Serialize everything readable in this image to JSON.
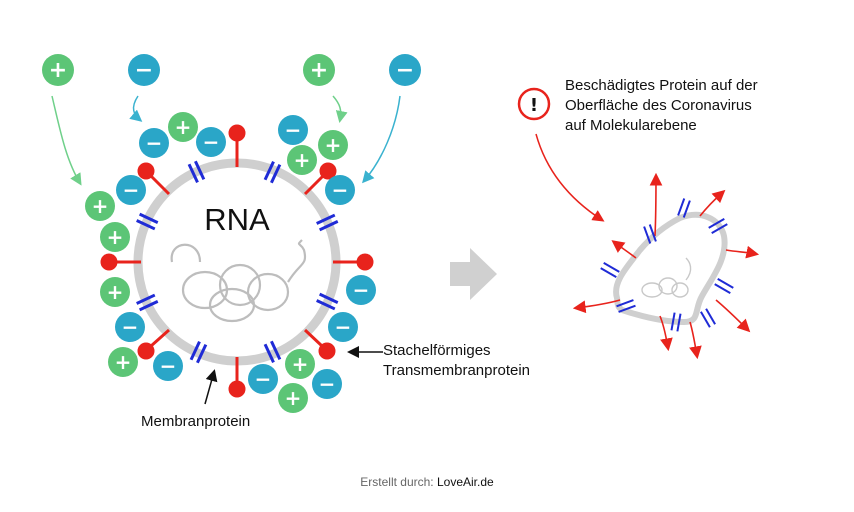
{
  "virus_label": "RNA",
  "spike_label_line1": "Stachelförmiges",
  "spike_label_line2": "Transmembranprotein",
  "membrane_label": "Membranprotein",
  "warning_icon": "exclamation-icon",
  "warning_line1": "Beschädigtes Protein auf der",
  "warning_line2": "Oberfläche des Coronavirus",
  "warning_line3": "auf Molekularebene",
  "footer_prefix": "Erstellt durch: ",
  "footer_brand": "LoveAir.de",
  "colors": {
    "positive_ion": "#5cc576",
    "negative_ion": "#2aa6c8",
    "spike": "#e8231c",
    "membrane_protein": "#1f2bd6",
    "envelope": "#cfcfcf",
    "arrow_gray": "#d0d0d0"
  }
}
